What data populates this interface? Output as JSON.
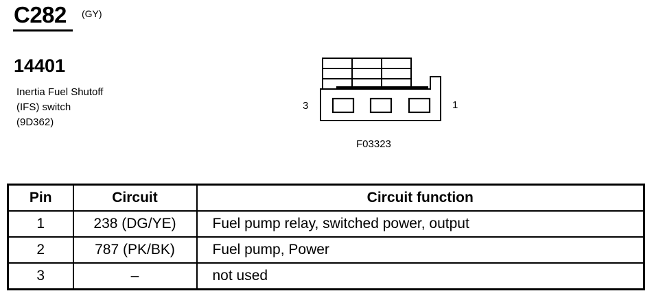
{
  "connector": {
    "id": "C282",
    "color_code": "(GY)"
  },
  "component": {
    "part_number": "14401",
    "description_lines": [
      "Inertia Fuel Shutoff",
      "(IFS) switch",
      "(9D362)"
    ]
  },
  "connector_face": {
    "left_pin_label": "3",
    "right_pin_label": "1",
    "figure_code": "F03323"
  },
  "pin_table": {
    "headers": [
      "Pin",
      "Circuit",
      "Circuit function"
    ],
    "rows": [
      {
        "pin": "1",
        "circuit": "238 (DG/YE)",
        "function": "Fuel pump relay, switched power, output"
      },
      {
        "pin": "2",
        "circuit": "787 (PK/BK)",
        "function": "Fuel pump, Power"
      },
      {
        "pin": "3",
        "circuit": "–",
        "function": "not used"
      }
    ]
  }
}
